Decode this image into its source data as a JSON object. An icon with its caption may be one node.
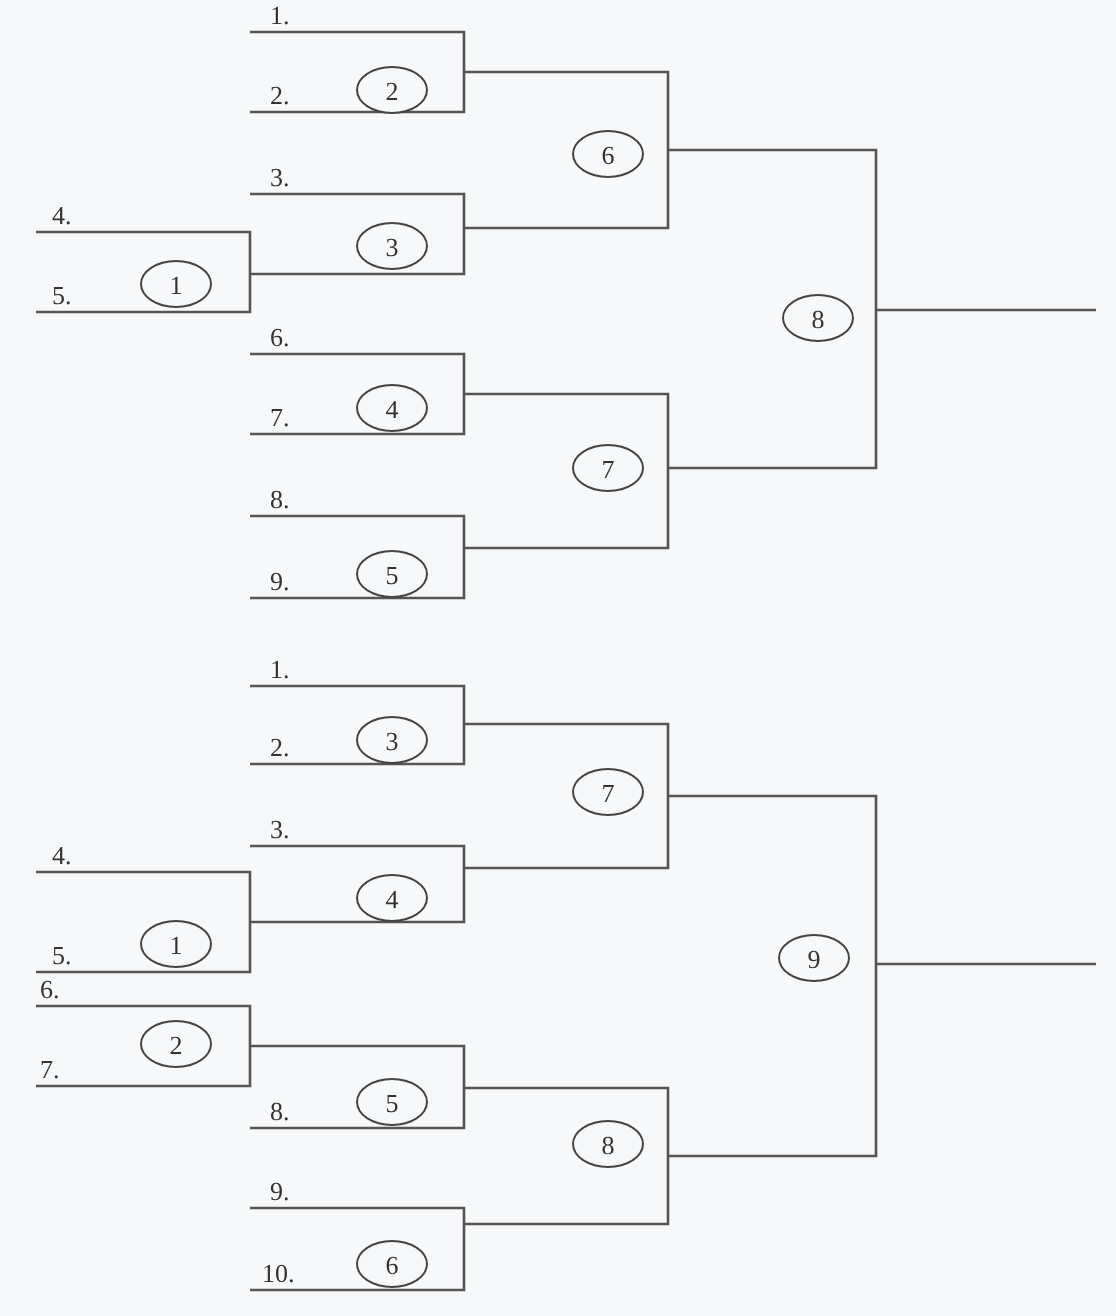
{
  "diagram": {
    "nodes": [
      {
        "text": [
          "1"
        ]
      },
      {
        "text": [
          "2"
        ]
      },
      {
        "text": [
          "3"
        ]
      },
      {
        "text": [
          "4"
        ]
      },
      {
        "text": [
          "5"
        ]
      },
      {
        "text": [
          "6"
        ]
      },
      {
        "text": [
          "7"
        ]
      },
      {
        "text": [
          "8"
        ]
      },
      {
        "text": [
          "1"
        ]
      },
      {
        "text": [
          "2"
        ]
      },
      {
        "text": [
          "3"
        ]
      },
      {
        "text": [
          "4"
        ]
      },
      {
        "text": [
          "5"
        ]
      },
      {
        "text": [
          "6"
        ]
      },
      {
        "text": [
          "7"
        ]
      },
      {
        "text": [
          "8"
        ]
      },
      {
        "text": [
          "9"
        ]
      }
    ],
    "labels": [
      "1.",
      "2.",
      "3.",
      "4.",
      "5.",
      "6.",
      "7.",
      "8.",
      "9.",
      "1.",
      "2.",
      "3.",
      "4.",
      "5.",
      "6.",
      "7.",
      "8.",
      "9.",
      "10."
    ]
  }
}
